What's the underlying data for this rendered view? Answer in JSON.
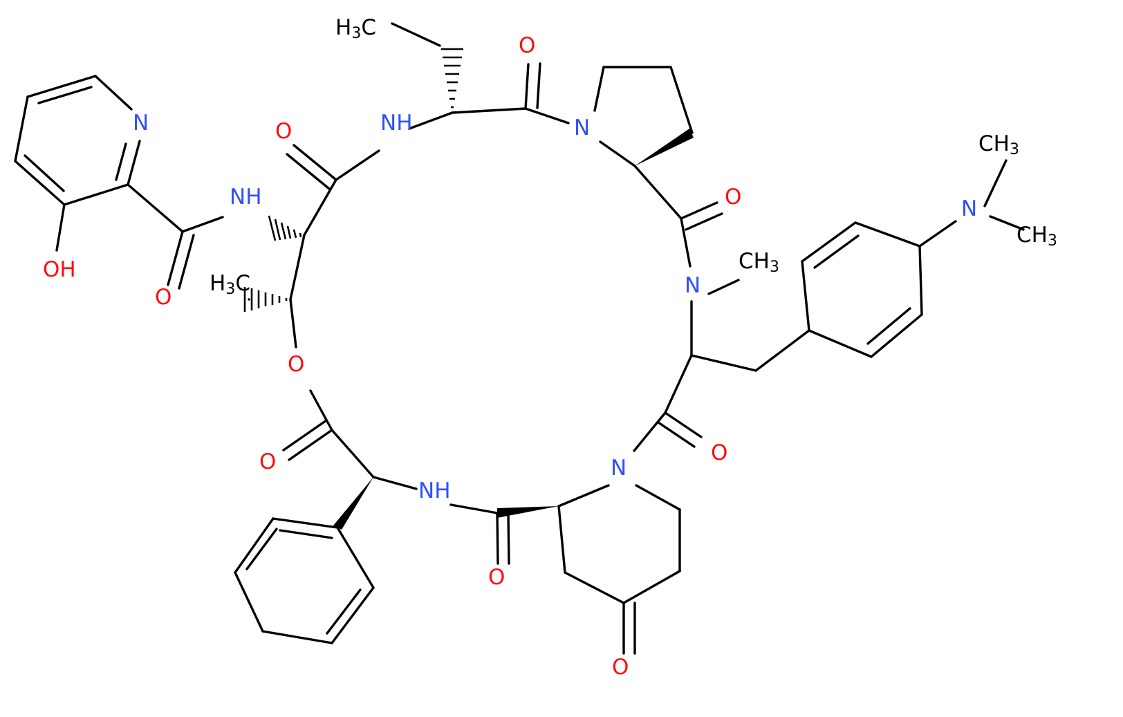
{
  "colors": {
    "background": "#ffffff",
    "bond": "#000000",
    "oxygen": "#ff0d0d",
    "nitrogen": "#3050f8",
    "carbon": "#000000"
  },
  "labels": {
    "ethyl_ch3": "H3C",
    "n_methyl": "CH3",
    "thr_methyl": "H3C",
    "nme2_ch3_top": "CH3",
    "nme2_ch3_right": "CH3",
    "pyridine_n": "N",
    "pyridine_oh": "OH",
    "amide_o": "O",
    "amide_nh": "NH",
    "thr_co_o": "O",
    "macro_nh_top": "NH",
    "ile_co_o": "O",
    "pro_n": "N",
    "pro_co_o": "O",
    "n_me_n": "N",
    "ester_o": "O",
    "ester_co_o": "O",
    "phe_co_o": "O",
    "pip_n": "N",
    "pip_co_o": "O",
    "nh_bottom": "NH",
    "phg_amide_o": "O",
    "ketone_o": "O",
    "nme2_n": "N"
  }
}
